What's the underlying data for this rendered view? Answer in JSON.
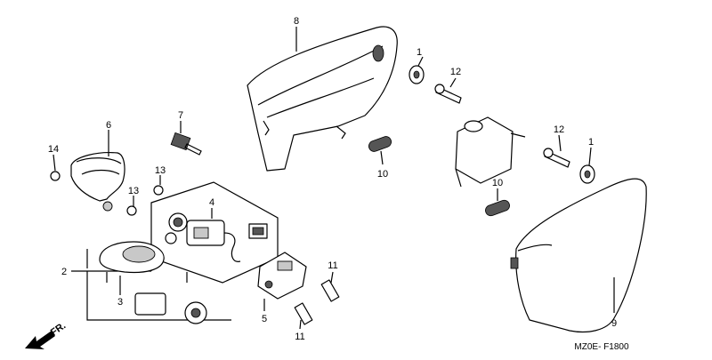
{
  "callouts": [
    "1",
    "1",
    "2",
    "3",
    "4",
    "5",
    "6",
    "7",
    "8",
    "9",
    "10",
    "10",
    "11",
    "11",
    "12",
    "12",
    "13",
    "13",
    "14"
  ],
  "direction_label": "FR.",
  "drawing_code": "MZ0E- F1800"
}
